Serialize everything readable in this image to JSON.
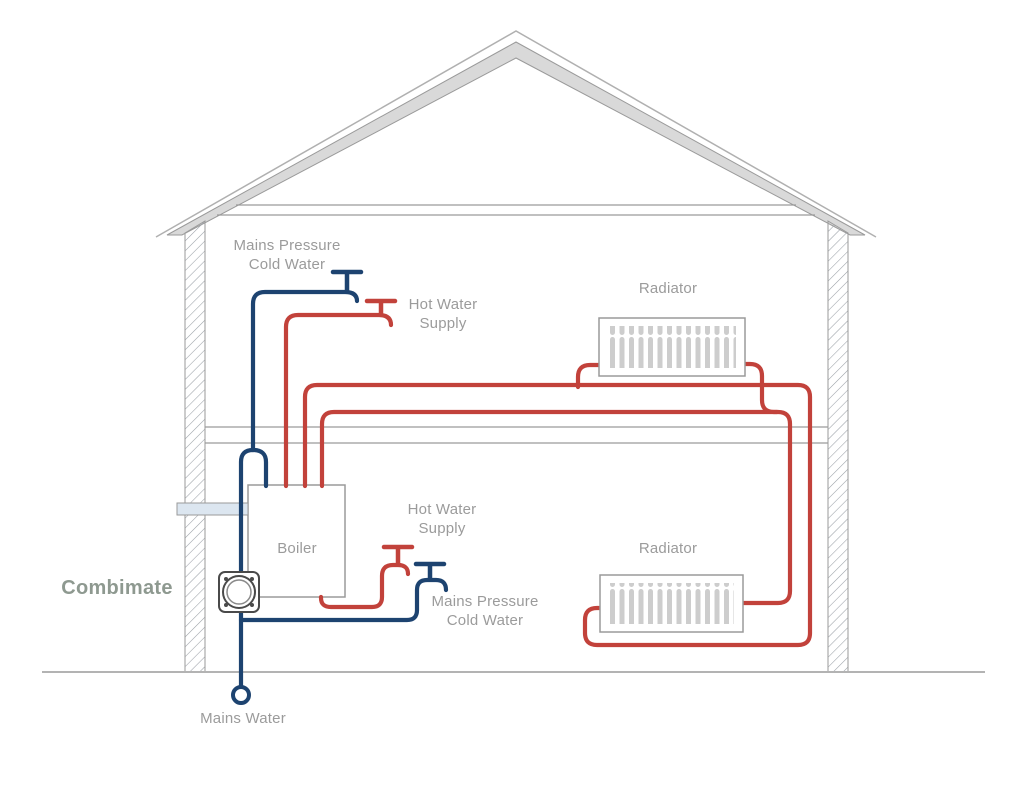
{
  "labels": {
    "cold_water_top": {
      "line1": "Mains Pressure",
      "line2": "Cold Water"
    },
    "hot_water_upper": {
      "line1": "Hot Water",
      "line2": "Supply"
    },
    "radiator_upper": "Radiator",
    "boiler": "Boiler",
    "combimate": "Combimate",
    "hot_water_lower": {
      "line1": "Hot Water",
      "line2": "Supply"
    },
    "cold_water_lower": {
      "line1": "Mains Pressure",
      "line2": "Cold Water"
    },
    "radiator_lower": "Radiator",
    "mains_water": "Mains Water"
  },
  "colors": {
    "cold_water_pipe": "#1d4370",
    "hot_water_pipe": "#c2423b",
    "label_text": "#9b9b9b",
    "combimate_label": "#8e9990",
    "structure_line": "#9a9a9a",
    "roof_fill": "#d9d9d9",
    "radiator_fin": "#cdcdcd",
    "flue_fill": "#dce6f0"
  }
}
